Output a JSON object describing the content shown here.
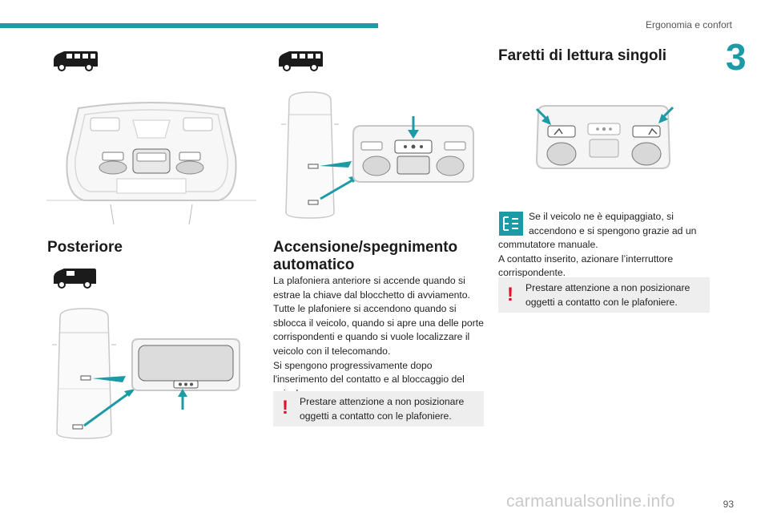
{
  "header": {
    "section_title": "Ergonomia e confort",
    "chapter_number": "3",
    "accent_color": "#1c9aa6"
  },
  "sections": {
    "rear": {
      "title": "Posteriore"
    },
    "auto": {
      "title_line1": "Accensione/spegnimento",
      "title_line2": "automatico",
      "paragraph": [
        "La plafoniera anteriore si accende quando si",
        "estrae la chiave dal blocchetto di avviamento.",
        "Tutte le plafoniere si accendono quando si",
        "sblocca il veicolo, quando si apre una delle porte",
        "corrispondenti e quando si vuole localizzare il",
        "veicolo con il telecomando.",
        "Si spengono progressivamente dopo",
        "l'inserimento del contatto e al bloccaggio del",
        "veicolo."
      ],
      "warning": [
        "Prestare attenzione a non posizionare",
        "oggetti a contatto con le plafoniere."
      ]
    },
    "reading": {
      "title": "Faretti di lettura singoli",
      "paragraph_line1": "Se il veicolo ne è equipaggiato, si",
      "paragraph_line2": "accendono e si spengono grazie ad un",
      "paragraph_rest": [
        "commutatore manuale.",
        "A contatto inserito, azionare l’interruttore",
        "corrispondente."
      ],
      "warning": [
        "Prestare attenzione a non posizionare",
        "oggetti a contatto con le plafoniere."
      ]
    }
  },
  "icons": {
    "van_long": "van-long-icon",
    "van_short": "van-short-icon",
    "equipment": "equipment-option-icon",
    "warning": "warning-exclamation-icon"
  },
  "footer": {
    "page_number": "93",
    "watermark": "carmanualsonline.info"
  },
  "colors": {
    "warning_red": "#e0102a",
    "box_gray": "#eeeeee",
    "teal": "#1c9aa6"
  }
}
